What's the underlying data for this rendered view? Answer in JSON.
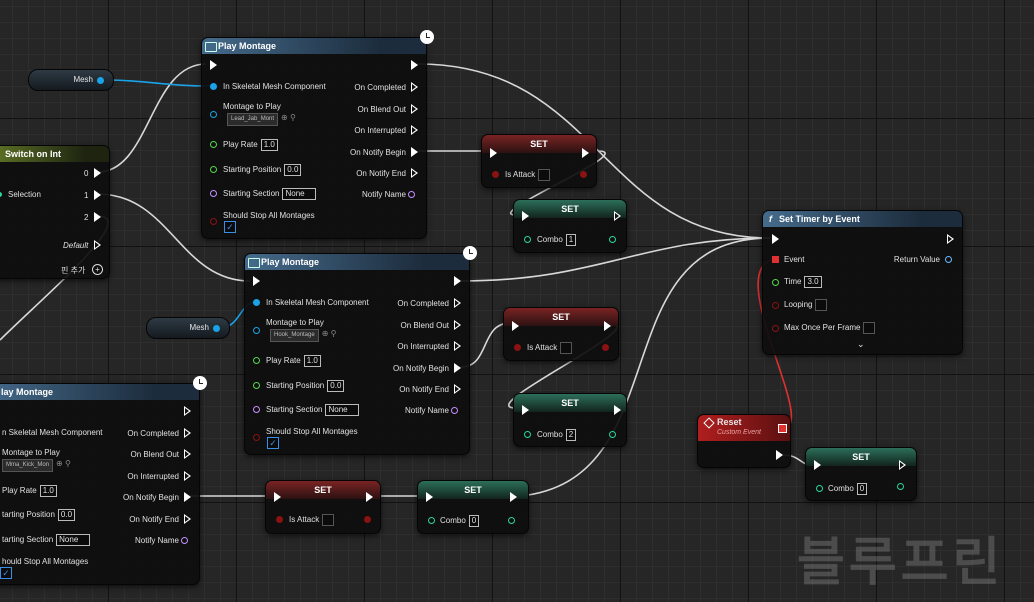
{
  "colors": {
    "exec": "#ffffff",
    "object": "#1aa3e8",
    "float": "#55d84a",
    "name": "#c690ff",
    "bool": "#8a1212",
    "int": "#29d6a0",
    "delegate": "#e03030",
    "struct": "#6ab9ff"
  },
  "nodes": {
    "switch": {
      "title": "Switch on Int",
      "selection": "Selection",
      "out0": "0",
      "out1": "1",
      "out2": "2",
      "default": "Default",
      "add_pin": "핀 추가"
    },
    "mesh1": {
      "label": "Mesh"
    },
    "mesh2": {
      "label": "Mesh"
    },
    "pm1": {
      "title": "Play Montage",
      "in_skel": "In Skeletal Mesh Component",
      "montage_label": "Montage to Play",
      "montage_value": "Lead_Jab_Mont",
      "play_rate_label": "Play Rate",
      "play_rate": "1.0",
      "start_pos_label": "Starting Position",
      "start_pos": "0.0",
      "start_sec_label": "Starting Section",
      "start_sec": "None",
      "stop_label": "Should Stop All Montages",
      "on_completed": "On Completed",
      "on_blend_out": "On Blend Out",
      "on_interrupted": "On Interrupted",
      "on_notify_begin": "On Notify Begin",
      "on_notify_end": "On Notify End",
      "notify_name": "Notify Name"
    },
    "pm2": {
      "title": "Play Montage",
      "in_skel": "In Skeletal Mesh Component",
      "montage_label": "Montage to Play",
      "montage_value": "Hook_Montage",
      "play_rate_label": "Play Rate",
      "play_rate": "1.0",
      "start_pos_label": "Starting Position",
      "start_pos": "0.0",
      "start_sec_label": "Starting Section",
      "start_sec": "None",
      "stop_label": "Should Stop All Montages",
      "on_completed": "On Completed",
      "on_blend_out": "On Blend Out",
      "on_interrupted": "On Interrupted",
      "on_notify_begin": "On Notify Begin",
      "on_notify_end": "On Notify End",
      "notify_name": "Notify Name"
    },
    "pm3": {
      "title": "lay Montage",
      "in_skel": "n Skeletal Mesh Component",
      "montage_label": "Montage to Play",
      "montage_value": "Mma_Kick_Mon",
      "play_rate_label": "Play Rate",
      "play_rate": "1.0",
      "start_pos_label": "tarting Position",
      "start_pos": "0.0",
      "start_sec_label": "tarting Section",
      "start_sec": "None",
      "stop_label": "hould Stop All Montages",
      "on_completed": "On Completed",
      "on_blend_out": "On Blend Out",
      "on_interrupted": "On Interrupted",
      "on_notify_begin": "On Notify Begin",
      "on_notify_end": "On Notify End",
      "notify_name": "Notify Name"
    },
    "set_attack1": {
      "title": "SET",
      "label": "Is Attack"
    },
    "set_attack2": {
      "title": "SET",
      "label": "Is Attack"
    },
    "set_attack3": {
      "title": "SET",
      "label": "Is Attack"
    },
    "set_combo1": {
      "title": "SET",
      "label": "Combo",
      "value": "1"
    },
    "set_combo2": {
      "title": "SET",
      "label": "Combo",
      "value": "2"
    },
    "set_combo3": {
      "title": "SET",
      "label": "Combo",
      "value": "0"
    },
    "set_combo4": {
      "title": "SET",
      "label": "Combo",
      "value": "0"
    },
    "timer": {
      "title": "Set Timer by Event",
      "event": "Event",
      "return_value": "Return Value",
      "time_label": "Time",
      "time": "3.0",
      "looping": "Looping",
      "max_once": "Max Once Per Frame"
    },
    "reset": {
      "title": "Reset",
      "subtitle": "Custom Event"
    }
  },
  "watermark": "블루프린"
}
